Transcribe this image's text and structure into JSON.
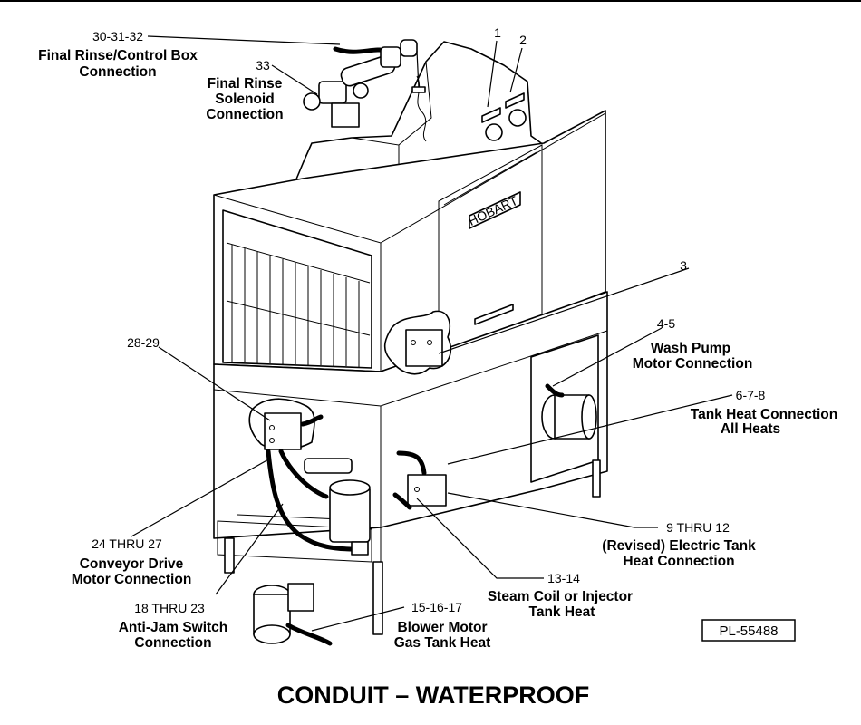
{
  "callouts": {
    "c30": {
      "num": "30-31-32",
      "lines": [
        "Final Rinse/Control Box",
        "Connection"
      ]
    },
    "c33": {
      "num": "33",
      "lines": [
        "Final Rinse",
        "Solenoid",
        "Connection"
      ]
    },
    "c1": {
      "num": "1"
    },
    "c2": {
      "num": "2"
    },
    "c3": {
      "num": "3"
    },
    "c45": {
      "num": "4-5",
      "lines": [
        "Wash Pump",
        "Motor Connection"
      ]
    },
    "c678": {
      "num": "6-7-8",
      "lines": [
        "Tank Heat Connection",
        "All Heats"
      ]
    },
    "c2829": {
      "num": "28-29"
    },
    "c912": {
      "num": "9 THRU 12",
      "lines": [
        "(Revised) Electric Tank",
        "Heat Connection"
      ]
    },
    "c2427": {
      "num": "24 THRU 27",
      "lines": [
        "Conveyor Drive",
        "Motor Connection"
      ]
    },
    "c1314": {
      "num": "13-14",
      "lines": [
        "Steam Coil or Injector",
        "Tank Heat"
      ]
    },
    "c1823": {
      "num": "18 THRU 23",
      "lines": [
        "Anti-Jam Switch",
        "Connection"
      ]
    },
    "c151617": {
      "num": "15-16-17",
      "lines": [
        "Blower Motor",
        "Gas Tank Heat"
      ]
    }
  },
  "brand_plate": "HOBART",
  "part_number": "PL-55488",
  "title": "CONDUIT – WATERPROOF"
}
